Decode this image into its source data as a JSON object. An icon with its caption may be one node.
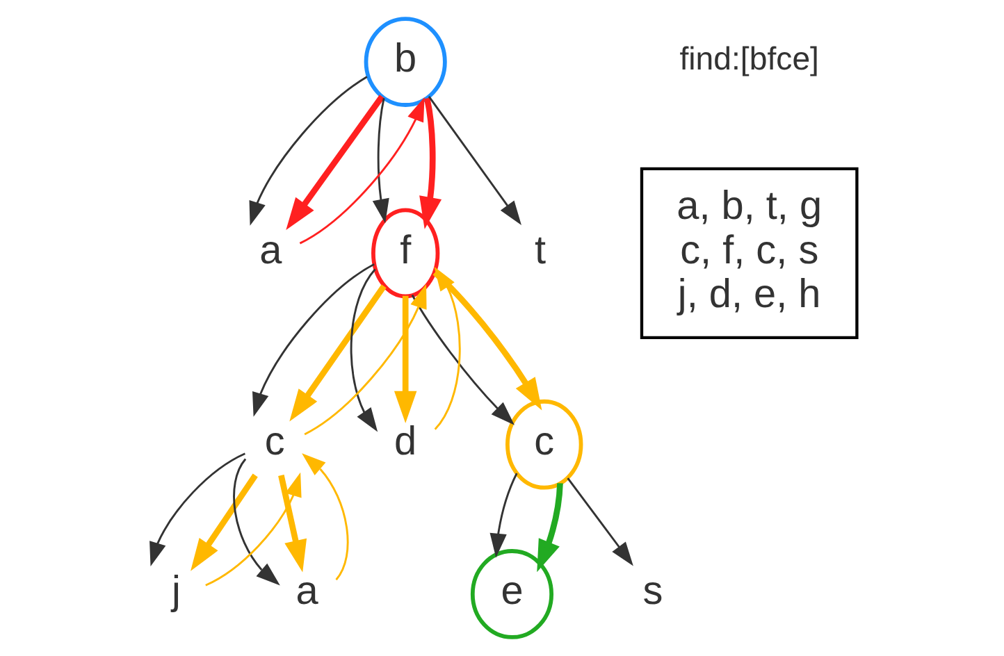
{
  "diagram": {
    "nodes": [
      {
        "text": [
          "b"
        ]
      },
      {
        "text": [
          "a"
        ]
      },
      {
        "text": [
          "f"
        ]
      },
      {
        "text": [
          "t"
        ]
      },
      {
        "text": [
          "c"
        ]
      },
      {
        "text": [
          "d"
        ]
      },
      {
        "text": [
          "c"
        ]
      },
      {
        "text": [
          "j"
        ]
      },
      {
        "text": [
          "a"
        ]
      },
      {
        "text": [
          "e"
        ]
      },
      {
        "text": [
          "s"
        ]
      },
      {
        "text": [
          "a, b, t, g",
          "c, f, c, s",
          "j, d, e, h"
        ]
      }
    ],
    "edges": [
      {
        "from": 0,
        "to": 1,
        "arrow": "to"
      },
      {
        "from": 0,
        "to": 2,
        "arrow": "to"
      },
      {
        "from": 0,
        "to": 3,
        "arrow": "to"
      },
      {
        "from": 2,
        "to": 4,
        "arrow": "to"
      },
      {
        "from": 2,
        "to": 5,
        "arrow": "to"
      },
      {
        "from": 2,
        "to": 6,
        "arrow": "to"
      },
      {
        "from": 4,
        "to": 7,
        "arrow": "to"
      },
      {
        "from": 4,
        "to": 8,
        "arrow": "to"
      },
      {
        "from": 6,
        "to": 9,
        "arrow": "to"
      },
      {
        "from": 6,
        "to": 10,
        "arrow": "to"
      },
      {
        "from": 0,
        "to": 1,
        "arrow": "to",
        "style": "thick",
        "color": "#ff2020"
      },
      {
        "from": 1,
        "to": 0,
        "arrow": "to",
        "color": "#ff2020"
      },
      {
        "from": 0,
        "to": 2,
        "arrow": "to",
        "style": "thick",
        "color": "#ff2020"
      },
      {
        "from": 2,
        "to": 4,
        "arrow": "to",
        "style": "thick",
        "color": "#ffb800"
      },
      {
        "from": 4,
        "to": 2,
        "arrow": "to",
        "color": "#ffb800"
      },
      {
        "from": 2,
        "to": 5,
        "arrow": "to",
        "style": "thick",
        "color": "#ffb800"
      },
      {
        "from": 5,
        "to": 2,
        "arrow": "to",
        "color": "#ffb800"
      },
      {
        "from": 2,
        "to": 6,
        "arrow": "to",
        "style": "thick",
        "color": "#ffb800"
      },
      {
        "from": 4,
        "to": 7,
        "arrow": "to",
        "style": "thick",
        "color": "#ffb800"
      },
      {
        "from": 7,
        "to": 4,
        "arrow": "to",
        "color": "#ffb800"
      },
      {
        "from": 4,
        "to": 8,
        "arrow": "to",
        "style": "thick",
        "color": "#ffb800"
      },
      {
        "from": 8,
        "to": 4,
        "arrow": "to",
        "color": "#ffb800"
      },
      {
        "from": 6,
        "to": 9,
        "arrow": "to",
        "style": "thick",
        "color": "#22aa22"
      }
    ],
    "labels": [
      "find:[bfce]"
    ]
  }
}
